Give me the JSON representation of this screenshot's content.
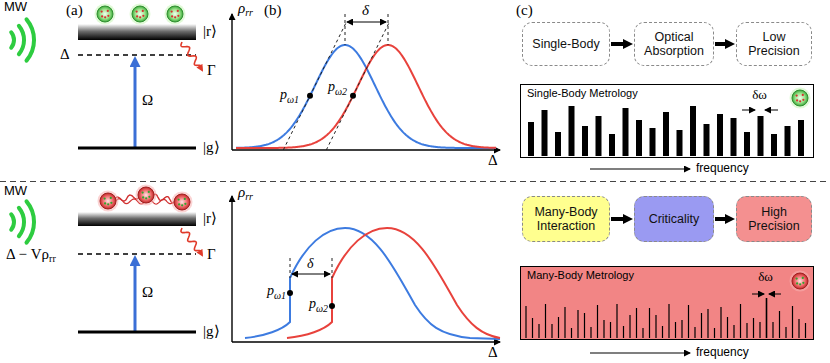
{
  "diagram": {
    "nodes": [
      {
        "text": [
          "Single-Body"
        ]
      },
      {
        "text": [
          "Optical Absorption"
        ]
      },
      {
        "text": [
          "Low Precision"
        ]
      },
      {
        "text": [
          "Single-Body Metrology",
          "δω"
        ]
      },
      {
        "text": [
          "Many-Body Interaction"
        ]
      },
      {
        "text": [
          "Criticality"
        ]
      },
      {
        "text": [
          "High Precision"
        ]
      },
      {
        "text": [
          "Many-Body Metrology",
          "δω"
        ]
      }
    ],
    "edges": [
      {
        "from": 0,
        "to": 1,
        "arrow": "to"
      },
      {
        "from": 1,
        "to": 2,
        "arrow": "to"
      },
      {
        "from": 4,
        "to": 5,
        "arrow": "to"
      },
      {
        "from": 5,
        "to": 6,
        "arrow": "to"
      }
    ],
    "labels": [
      "MW",
      "(a)",
      "|r⟩",
      "Δ",
      "Γ",
      "Ω",
      "|g⟩",
      "(b)",
      "ρ",
      "rr",
      "δ",
      "p",
      "ω1",
      "p",
      "ω2",
      "Δ",
      "(c)",
      "frequency",
      "MW",
      "Δ − Vρ",
      "rr",
      "|r⟩",
      "Γ",
      "Ω",
      "|g⟩",
      "ρ",
      "rr",
      "δ",
      "p",
      "ω1",
      "p",
      "ω2",
      "Δ",
      "frequency"
    ]
  }
}
